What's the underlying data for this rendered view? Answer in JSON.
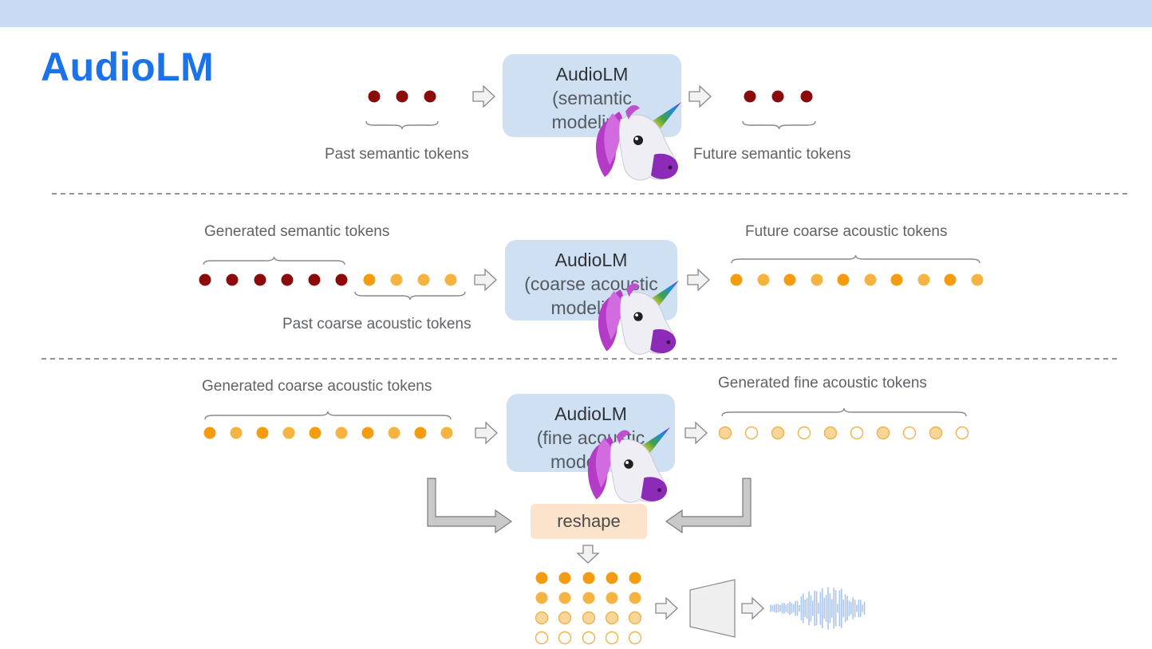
{
  "slide": {
    "title": "AudioLM"
  },
  "stage_semantic": {
    "model_line1": "AudioLM",
    "model_line2": "(semantic",
    "model_line3": "modeling)",
    "past_label": "Past semantic tokens",
    "future_label": "Future semantic tokens"
  },
  "stage_coarse": {
    "model_line1": "AudioLM",
    "model_line2": "(coarse acoustic",
    "model_line3": "modeling)",
    "generated_label": "Generated semantic tokens",
    "past_label": "Past coarse acoustic tokens",
    "future_label": "Future coarse acoustic tokens"
  },
  "stage_fine": {
    "model_line1": "AudioLM",
    "model_line2": "(fine acoustic",
    "model_line3": "modeling)",
    "input_label": "Generated coarse acoustic tokens",
    "output_label": "Generated fine acoustic tokens",
    "reshape_label": "reshape"
  },
  "colors": {
    "semantic_token": "#8b0b0b",
    "coarse_token_dark": "#f39c12",
    "coarse_token_light": "#f5b342",
    "fine_token_fill": "#f7d69a",
    "fine_token_outline": "#f3b04a",
    "model_box": "#cfe0f3",
    "reshape_box": "#fce4cc",
    "title": "#1a73e8",
    "topbar": "#c9dbf4"
  },
  "icons": {
    "overlay": "unicorn-face-icon"
  }
}
